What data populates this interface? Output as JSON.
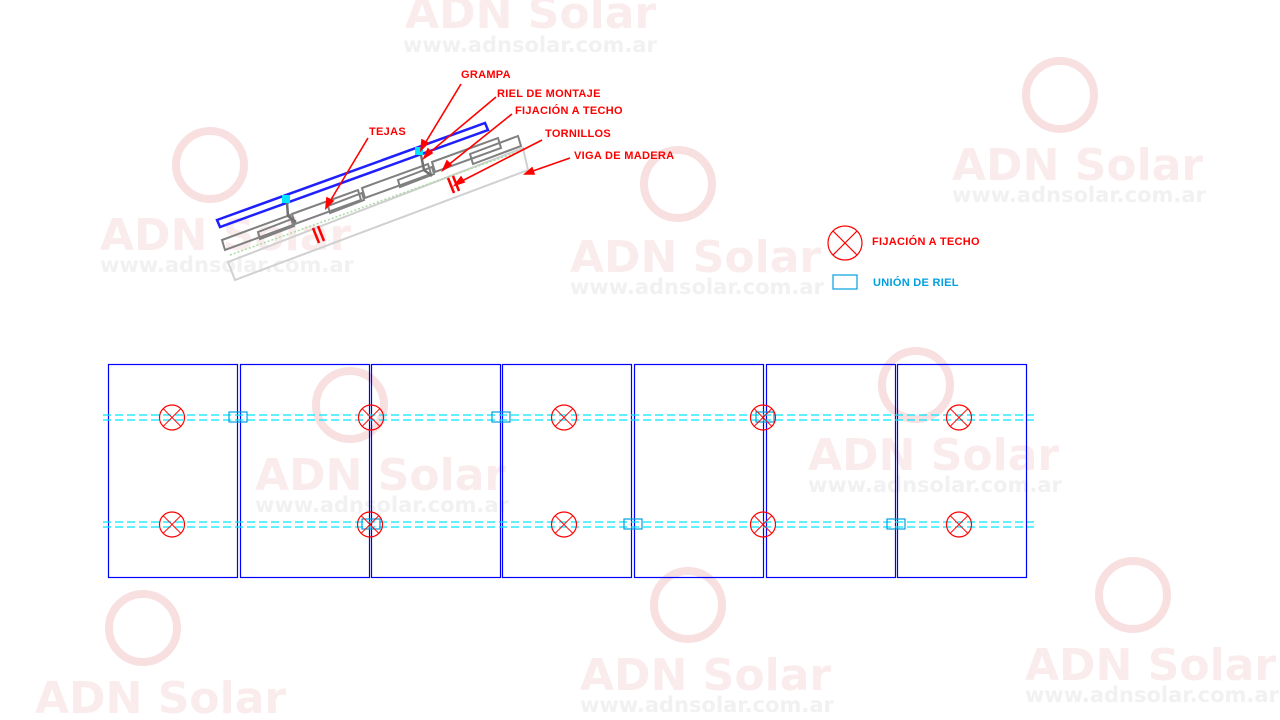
{
  "watermark": {
    "brand": "ADN Solar",
    "url": "www.adnsolar.com.ar"
  },
  "section": {
    "labels": {
      "grampa": "GRAMPA",
      "riel": "RIEL  DE  MONTAJE",
      "fijacion": "FIJACIÓN   A TECHO",
      "tornillos": "TORNILLOS",
      "viga": "VIGA  DE  MADERA",
      "tejas": "TEJAS"
    }
  },
  "legend": {
    "fixing": "FIJACIÓN   A TECHO",
    "rail_joint": "UNIÓN  DE  RIEL"
  },
  "layout": {
    "panel_count": 7,
    "rail_count": 2,
    "fixings_per_rail": 5,
    "joints_per_rail": 3
  },
  "colors": {
    "panel": "#0000ff",
    "rail": "#00e5ff",
    "fixing": "#ff0000",
    "joint": "#00a0e0"
  }
}
